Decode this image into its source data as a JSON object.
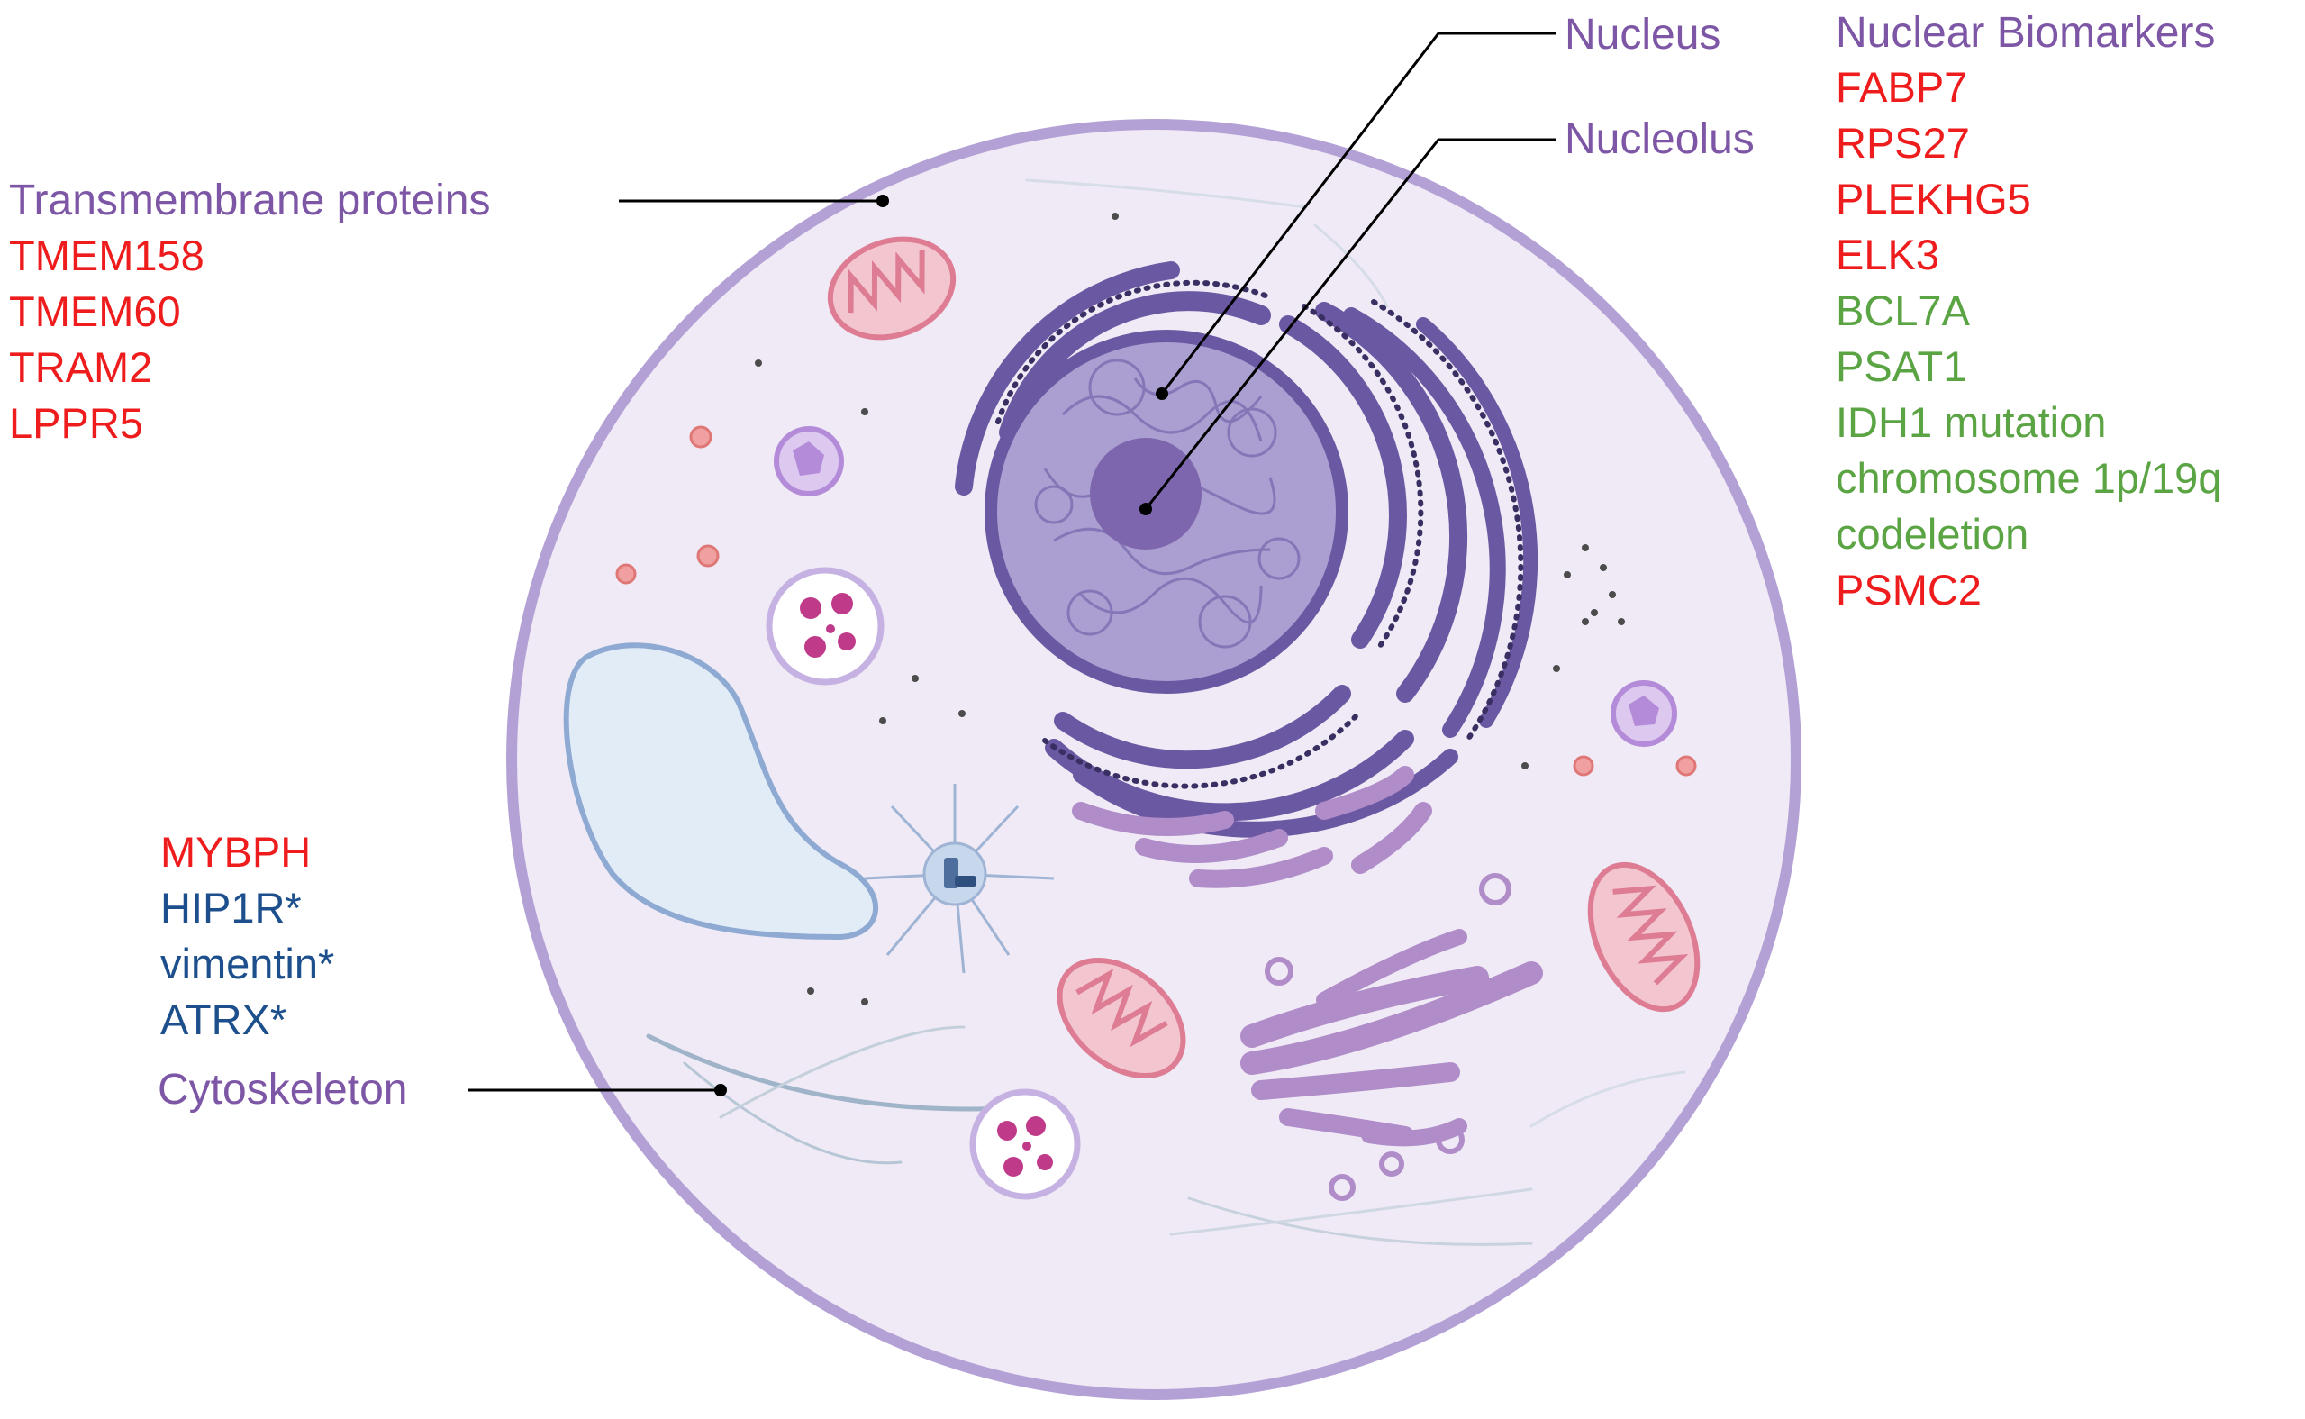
{
  "labels": {
    "nucleus": "Nucleus",
    "nucleolus": "Nucleolus",
    "transmembrane": "Transmembrane proteins",
    "cytoskeleton": "Cytoskeleton",
    "nuclear_biomarkers": "Nuclear Biomarkers"
  },
  "transmembrane_markers": [
    {
      "text": "TMEM158",
      "color": "#ee1c1c"
    },
    {
      "text": "TMEM60",
      "color": "#ee1c1c"
    },
    {
      "text": "TRAM2",
      "color": "#ee1c1c"
    },
    {
      "text": "LPPR5",
      "color": "#ee1c1c"
    }
  ],
  "nuclear_markers": [
    {
      "text": "FABP7",
      "color": "#ee1c1c"
    },
    {
      "text": "RPS27",
      "color": "#ee1c1c"
    },
    {
      "text": "PLEKHG5",
      "color": "#ee1c1c"
    },
    {
      "text": "ELK3",
      "color": "#ee1c1c"
    },
    {
      "text": "BCL7A",
      "color": "#5aa444"
    },
    {
      "text": "PSAT1",
      "color": "#5aa444"
    },
    {
      "text": "IDH1 mutation",
      "color": "#5aa444"
    },
    {
      "text": "chromosome 1p/19q",
      "color": "#5aa444"
    },
    {
      "text": "codeletion",
      "color": "#5aa444"
    },
    {
      "text": "PSMC2",
      "color": "#ee1c1c"
    }
  ],
  "cytoskeleton_markers": [
    {
      "text": "MYBPH",
      "color": "#ee1c1c"
    },
    {
      "text": "HIP1R*",
      "color": "#1d4f8c"
    },
    {
      "text": "vimentin*",
      "color": "#1d4f8c"
    },
    {
      "text": "ATRX*",
      "color": "#1d4f8c"
    }
  ],
  "colors": {
    "title_purple": "#7d56a6",
    "membrane": "#b3a1d6",
    "cytoplasm": "#efeaf5",
    "nucleus": "#aa9fd0",
    "nucleolus": "#7d66ad",
    "er": "#6b58a3",
    "mitochondria": "#dd7c93",
    "vacuole": "#e2ecf7"
  }
}
